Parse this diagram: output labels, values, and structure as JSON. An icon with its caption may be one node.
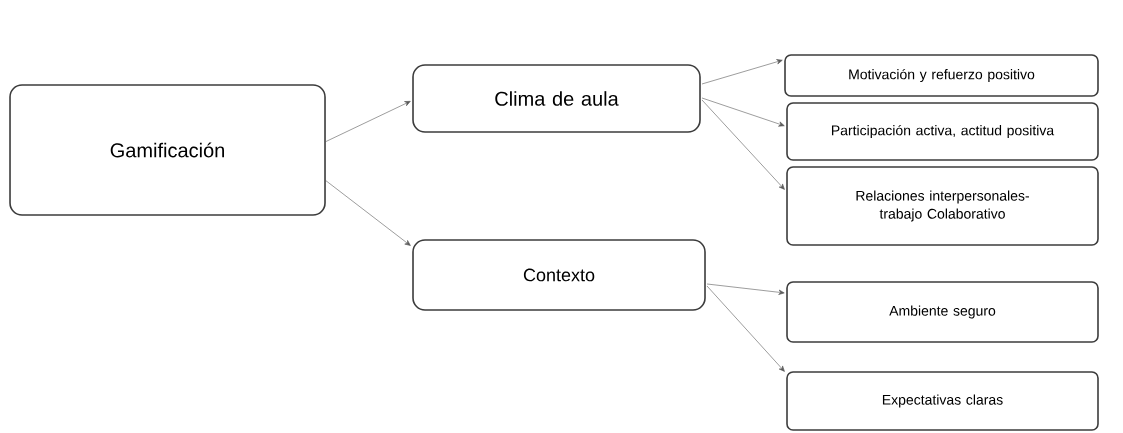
{
  "diagram": {
    "nodes": [
      {
        "text": [
          "Gamificación"
        ]
      },
      {
        "text": [
          "Clima de aula"
        ]
      },
      {
        "text": [
          "Contexto"
        ]
      },
      {
        "text": [
          "Motivación y refuerzo positivo"
        ]
      },
      {
        "text": [
          "Participación activa, actitud positiva"
        ]
      },
      {
        "text": [
          "Relaciones interpersonales- trabajo Colaborativo"
        ]
      },
      {
        "text": [
          "Ambiente seguro"
        ]
      },
      {
        "text": [
          "Expectativas claras"
        ]
      }
    ],
    "edges": [
      {
        "from": 0,
        "to": 1,
        "arrow": "to"
      },
      {
        "from": 0,
        "to": 2,
        "arrow": "to"
      },
      {
        "from": 1,
        "to": 3,
        "arrow": "to"
      },
      {
        "from": 1,
        "to": 4,
        "arrow": "to"
      },
      {
        "from": 1,
        "to": 5,
        "arrow": "to"
      },
      {
        "from": 2,
        "to": 6,
        "arrow": "to"
      },
      {
        "from": 2,
        "to": 7,
        "arrow": "to"
      }
    ]
  }
}
